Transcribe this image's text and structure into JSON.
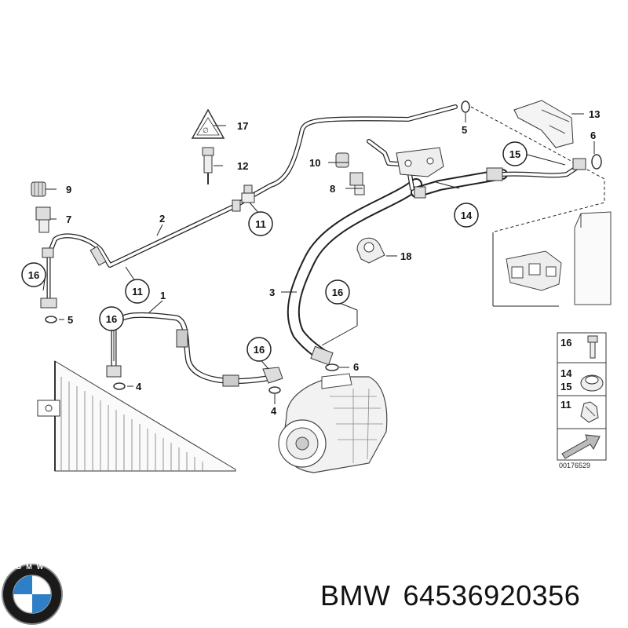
{
  "brand": {
    "logo_text": "BMW",
    "name": "BMW",
    "part_number": "64536920356"
  },
  "diagram": {
    "reference_code": "00176529",
    "callouts": {
      "c1": "1",
      "c2": "2",
      "c3": "3",
      "c4a": "4",
      "c4b": "4",
      "c5a": "5",
      "c5b": "5",
      "c6a": "6",
      "c6b": "6",
      "c7": "7",
      "c8": "8",
      "c9": "9",
      "c10": "10",
      "c11a": "11",
      "c11b": "11",
      "c12": "12",
      "c13": "13",
      "c14": "14",
      "c15": "15",
      "c16a": "16",
      "c16b": "16",
      "c16c": "16",
      "c16d": "16",
      "c17": "17",
      "c18": "18"
    },
    "legend": {
      "l16": "16",
      "l14": "14",
      "l15": "15",
      "l11": "11"
    }
  }
}
